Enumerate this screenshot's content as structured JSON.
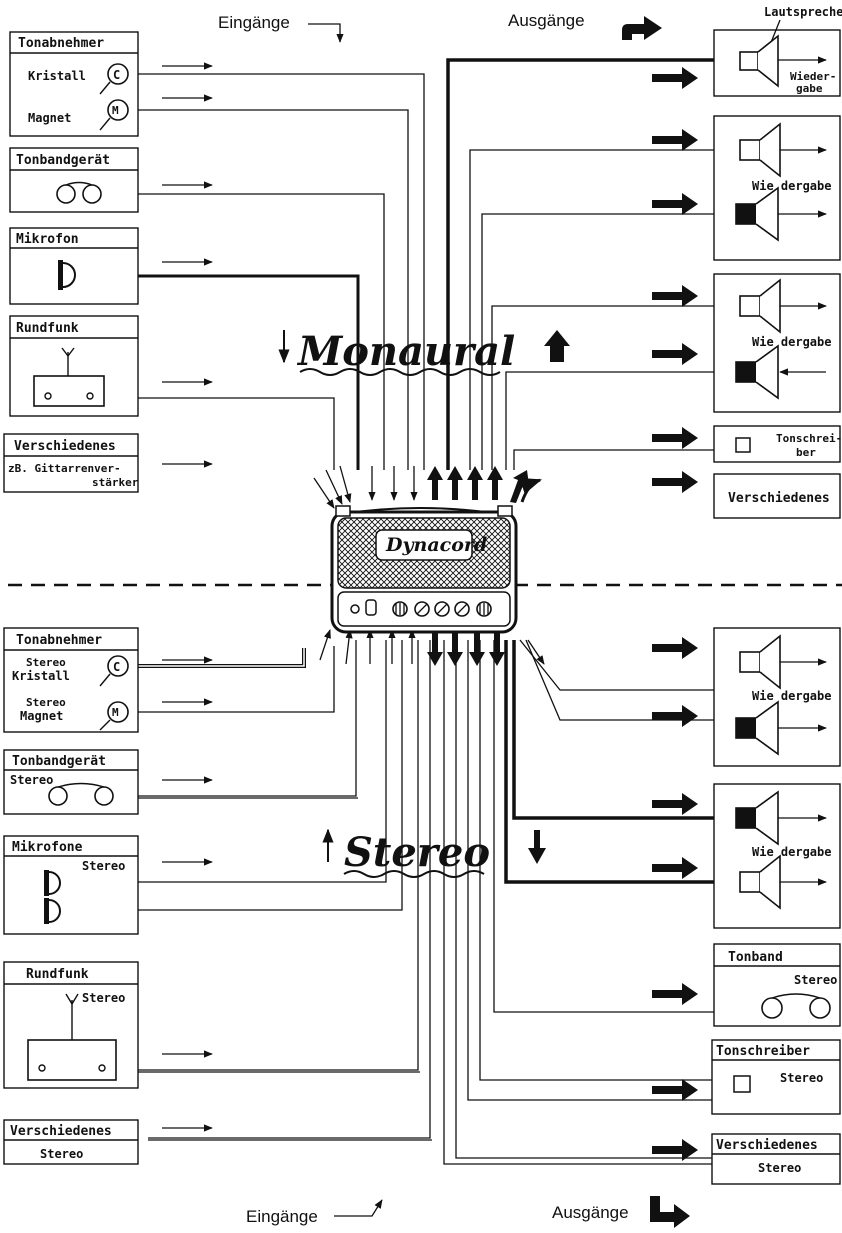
{
  "headings": {
    "inputs_top": "Eingänge",
    "outputs_top": "Ausgänge",
    "inputs_bottom": "Eingänge",
    "outputs_bottom": "Ausgänge",
    "mono": "Monaural",
    "stereo": "Stereo",
    "device_brand": "Dynacord"
  },
  "mono_inputs": {
    "pickup": {
      "title": "Tonabnehmer",
      "crystal": "Kristall",
      "magnet": "Magnet",
      "c_symbol": "C",
      "m_symbol": "M"
    },
    "tape": {
      "title": "Tonbandgerät"
    },
    "mic": {
      "title": "Mikrofon"
    },
    "radio": {
      "title": "Rundfunk"
    },
    "misc": {
      "title": "Verschiedenes",
      "line1": "zB.  Gittarrenver-",
      "line2": "stärker"
    }
  },
  "mono_outputs": {
    "speaker_label": "Lautsprecher",
    "wiedergabe_1a": "Wieder-",
    "wiedergabe_1b": "gabe",
    "wiedergabe_2": "Wie dergabe",
    "wiedergabe_3": "Wie dergabe",
    "recorder_a": "Tonschrei-",
    "recorder_b": "ber",
    "misc": "Verschiedenes"
  },
  "stereo_inputs": {
    "pickup": {
      "title": "Tonabnehmer",
      "crystal_a": "Stereo",
      "crystal_b": "Kristall",
      "magnet_a": "Stereo",
      "magnet_b": "Magnet",
      "c_symbol": "C",
      "m_symbol": "M"
    },
    "tape": {
      "title": "Tonbandgerät",
      "sub": "Stereo"
    },
    "mics": {
      "title": "Mikrofone",
      "sub": "Stereo"
    },
    "radio": {
      "title": "Rundfunk",
      "sub": "Stereo"
    },
    "misc": {
      "title": "Verschiedenes",
      "sub": "Stereo"
    }
  },
  "stereo_outputs": {
    "wiedergabe_1": "Wie dergabe",
    "wiedergabe_2": "Wie dergabe",
    "tape": {
      "title": "Tonband",
      "sub": "Stereo"
    },
    "recorder": {
      "title": "Tonschreiber",
      "sub": "Stereo"
    },
    "misc": {
      "title": "Verschiedenes",
      "sub": "Stereo"
    }
  }
}
